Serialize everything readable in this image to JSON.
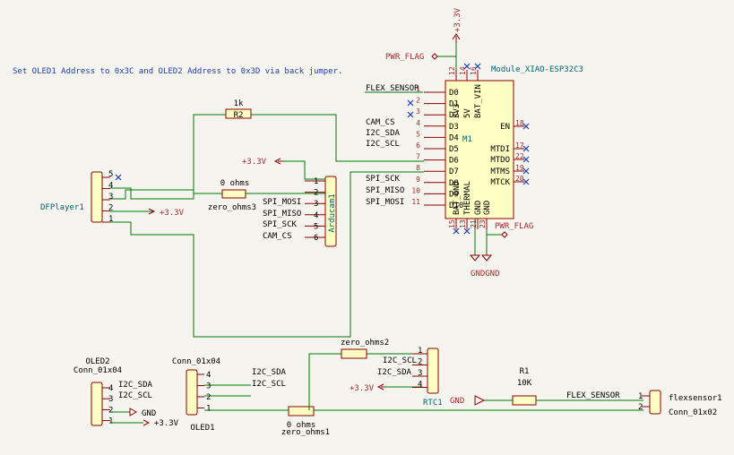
{
  "note": "Set OLED1 Address to 0x3C and OLED2 Address to 0x3D via back jumper.",
  "power": {
    "v33": "+3.3V",
    "gnd": "GND",
    "pwr_flag": "PWR_FLAG"
  },
  "module": {
    "ref": "M1",
    "value": "Module_XIAO-ESP32C3",
    "left_pins": [
      {
        "num": "1",
        "name": "D0"
      },
      {
        "num": "2",
        "name": "D1"
      },
      {
        "num": "3",
        "name": "D2"
      },
      {
        "num": "4",
        "name": "D3"
      },
      {
        "num": "5",
        "name": "D4"
      },
      {
        "num": "6",
        "name": "D5"
      },
      {
        "num": "7",
        "name": "D6"
      },
      {
        "num": "8",
        "name": "D7"
      },
      {
        "num": "9",
        "name": "D8"
      },
      {
        "num": "10",
        "name": "D9"
      },
      {
        "num": "11",
        "name": "D10"
      }
    ],
    "right_pins": [
      {
        "num": "18",
        "name": "EN"
      },
      {
        "num": "17",
        "name": "MTDI"
      },
      {
        "num": "22",
        "name": "MTDO"
      },
      {
        "num": "19",
        "name": "MTMS"
      },
      {
        "num": "20",
        "name": "MTCK"
      }
    ],
    "top_pins": [
      {
        "num": "12",
        "name": "3V3"
      },
      {
        "num": "14",
        "name": "5V"
      },
      {
        "num": "16",
        "name": "BAT_VIN"
      }
    ],
    "bottom_pins": [
      {
        "num": "15",
        "name": "BAT_GND"
      },
      {
        "num": "13",
        "name": "THERMAL"
      },
      {
        "num": "21",
        "name": "GND"
      },
      {
        "num": "23",
        "name": "GND"
      }
    ]
  },
  "labels": {
    "flex_sensor": "FLEX_SENSOR",
    "cam_cs": "CAM_CS",
    "i2c_sda": "I2C_SDA",
    "i2c_scl": "I2C_SCL",
    "spi_sck": "SPI_SCK",
    "spi_miso": "SPI_MISO",
    "spi_mosi": "SPI_MOSI"
  },
  "gnd_pair": "GNDGND",
  "r2": {
    "value": "1k",
    "ref": "R2"
  },
  "r1": {
    "ref": "R1",
    "value": "10K"
  },
  "dfplayer": {
    "ref": "DFPlayer1",
    "pins": [
      "5",
      "4",
      "3",
      "2",
      "1"
    ]
  },
  "zero_ohms3": {
    "value": "0 ohms",
    "ref": "zero_ohms3"
  },
  "arducam": {
    "ref": "Arducam1",
    "pins": [
      "1",
      "2",
      "3",
      "4",
      "5",
      "6"
    ]
  },
  "zero_ohms2": {
    "ref": "zero_ohms2"
  },
  "rtc": {
    "ref": "RTC1",
    "pins": [
      "1",
      "2",
      "3",
      "4"
    ]
  },
  "zero_ohms1": {
    "value": "0 ohms",
    "ref": "zero_ohms1"
  },
  "oled2": {
    "ref": "OLED2",
    "value": "Conn_01x04",
    "pins": [
      "4",
      "3",
      "2",
      "1"
    ]
  },
  "oled1": {
    "ref": "OLED1",
    "value": "Conn_01x04",
    "pins": [
      "4",
      "3",
      "2",
      "1"
    ]
  },
  "flexsensor": {
    "ref": "flexsensor1",
    "value": "Conn_01x02",
    "pins": [
      "1",
      "2"
    ]
  }
}
